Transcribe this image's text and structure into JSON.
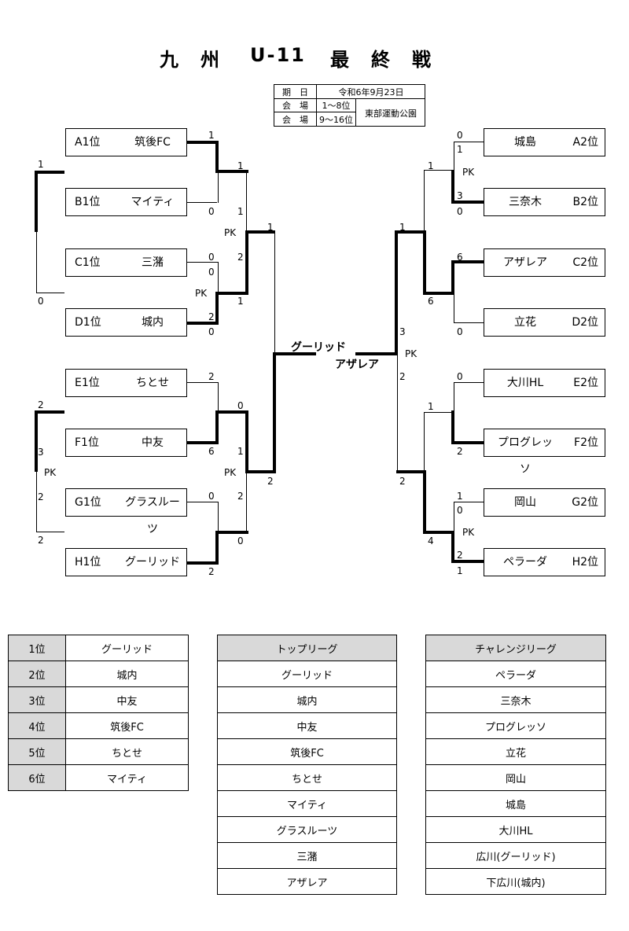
{
  "title": {
    "part1": "九　州",
    "part2": "U-11",
    "part3": "最　終　戦"
  },
  "info": {
    "date_label": "期　日",
    "date_value": "令和6年9月23日",
    "venue_label_1": "会　場",
    "venue_range_1": "1～8位",
    "venue_label_2": "会　場",
    "venue_range_2": "9～16位",
    "venue_name": "東部運動公園"
  },
  "left_teams": [
    {
      "seed": "A1位",
      "name": "筑後FC"
    },
    {
      "seed": "B1位",
      "name": "マイティ"
    },
    {
      "seed": "C1位",
      "name": "三潴"
    },
    {
      "seed": "D1位",
      "name": "城内"
    },
    {
      "seed": "E1位",
      "name": "ちとせ"
    },
    {
      "seed": "F1位",
      "name": "中友"
    },
    {
      "seed": "G1位",
      "name": "グラスルーツ"
    },
    {
      "seed": "H1位",
      "name": "グーリッド"
    }
  ],
  "right_teams": [
    {
      "seed": "A2位",
      "name": "城島"
    },
    {
      "seed": "B2位",
      "name": "三奈木"
    },
    {
      "seed": "C2位",
      "name": "アザレア"
    },
    {
      "seed": "D2位",
      "name": "立花"
    },
    {
      "seed": "E2位",
      "name": "大川HL"
    },
    {
      "seed": "F2位",
      "name": "プログレッソ"
    },
    {
      "seed": "G2位",
      "name": "岡山"
    },
    {
      "seed": "H2位",
      "name": "ペラーダ"
    }
  ],
  "scores": {
    "l_ab_a": "1",
    "l_ab_b": "0",
    "l_cd_c1": "0",
    "l_cd_c2": "0",
    "l_cd_pk": "PK",
    "l_cd_d1": "2",
    "l_cd_d2": "0",
    "l_ef_e": "2",
    "l_ef_f": "6",
    "l_gh_g": "0",
    "l_gh_h": "2",
    "l_sf1_top1": "1",
    "l_sf1_top2": "1",
    "l_sf1_pk": "PK",
    "l_sf1_bot1": "2",
    "l_sf1_bot2": "1",
    "l_sf2_top1": "0",
    "l_sf2_top2": "1",
    "l_sf2_pk": "PK",
    "l_sf2_bot1": "2",
    "l_sf2_bot2": "0",
    "l_f_top": "1",
    "l_f_bot": "2",
    "l_c1_top": "1",
    "l_c1_bot": "0",
    "l_c2_top": "2",
    "l_c2_mid": "3",
    "l_c2_pk": "PK",
    "l_c2_low": "2",
    "l_c2_bot": "2",
    "r_ab_a1": "0",
    "r_ab_a2": "1",
    "r_ab_pk": "PK",
    "r_ab_b1": "3",
    "r_ab_b2": "0",
    "r_cd_c": "6",
    "r_cd_d": "0",
    "r_ef_e": "0",
    "r_ef_f": "2",
    "r_gh_g1": "1",
    "r_gh_g2": "0",
    "r_gh_pk": "PK",
    "r_gh_h1": "2",
    "r_gh_h2": "1",
    "r_sf1_top": "1",
    "r_sf1_bot": "6",
    "r_sf2_top": "1",
    "r_sf2_bot": "2",
    "r_sf3_top": "1",
    "r_sf3_bot": "4",
    "r_f_top": "1",
    "r_f_pk1": "3",
    "r_f_pk": "PK",
    "r_f_pk2": "2"
  },
  "final": {
    "left_name": "グーリッド",
    "right_name": "アザレア"
  },
  "rankings": [
    {
      "rank": "1位",
      "team": "グーリッド"
    },
    {
      "rank": "2位",
      "team": "城内"
    },
    {
      "rank": "3位",
      "team": "中友"
    },
    {
      "rank": "4位",
      "team": "筑後FC"
    },
    {
      "rank": "5位",
      "team": "ちとせ"
    },
    {
      "rank": "6位",
      "team": "マイティ"
    }
  ],
  "top_league": {
    "header": "トップリーグ",
    "teams": [
      "グーリッド",
      "城内",
      "中友",
      "筑後FC",
      "ちとせ",
      "マイティ",
      "グラスルーツ",
      "三潴",
      "アザレア"
    ]
  },
  "challenge_league": {
    "header": "チャレンジリーグ",
    "teams": [
      "ペラーダ",
      "三奈木",
      "プログレッソ",
      "立花",
      "岡山",
      "城島",
      "大川HL",
      "広川(グーリッド)",
      "下広川(城内)"
    ]
  }
}
